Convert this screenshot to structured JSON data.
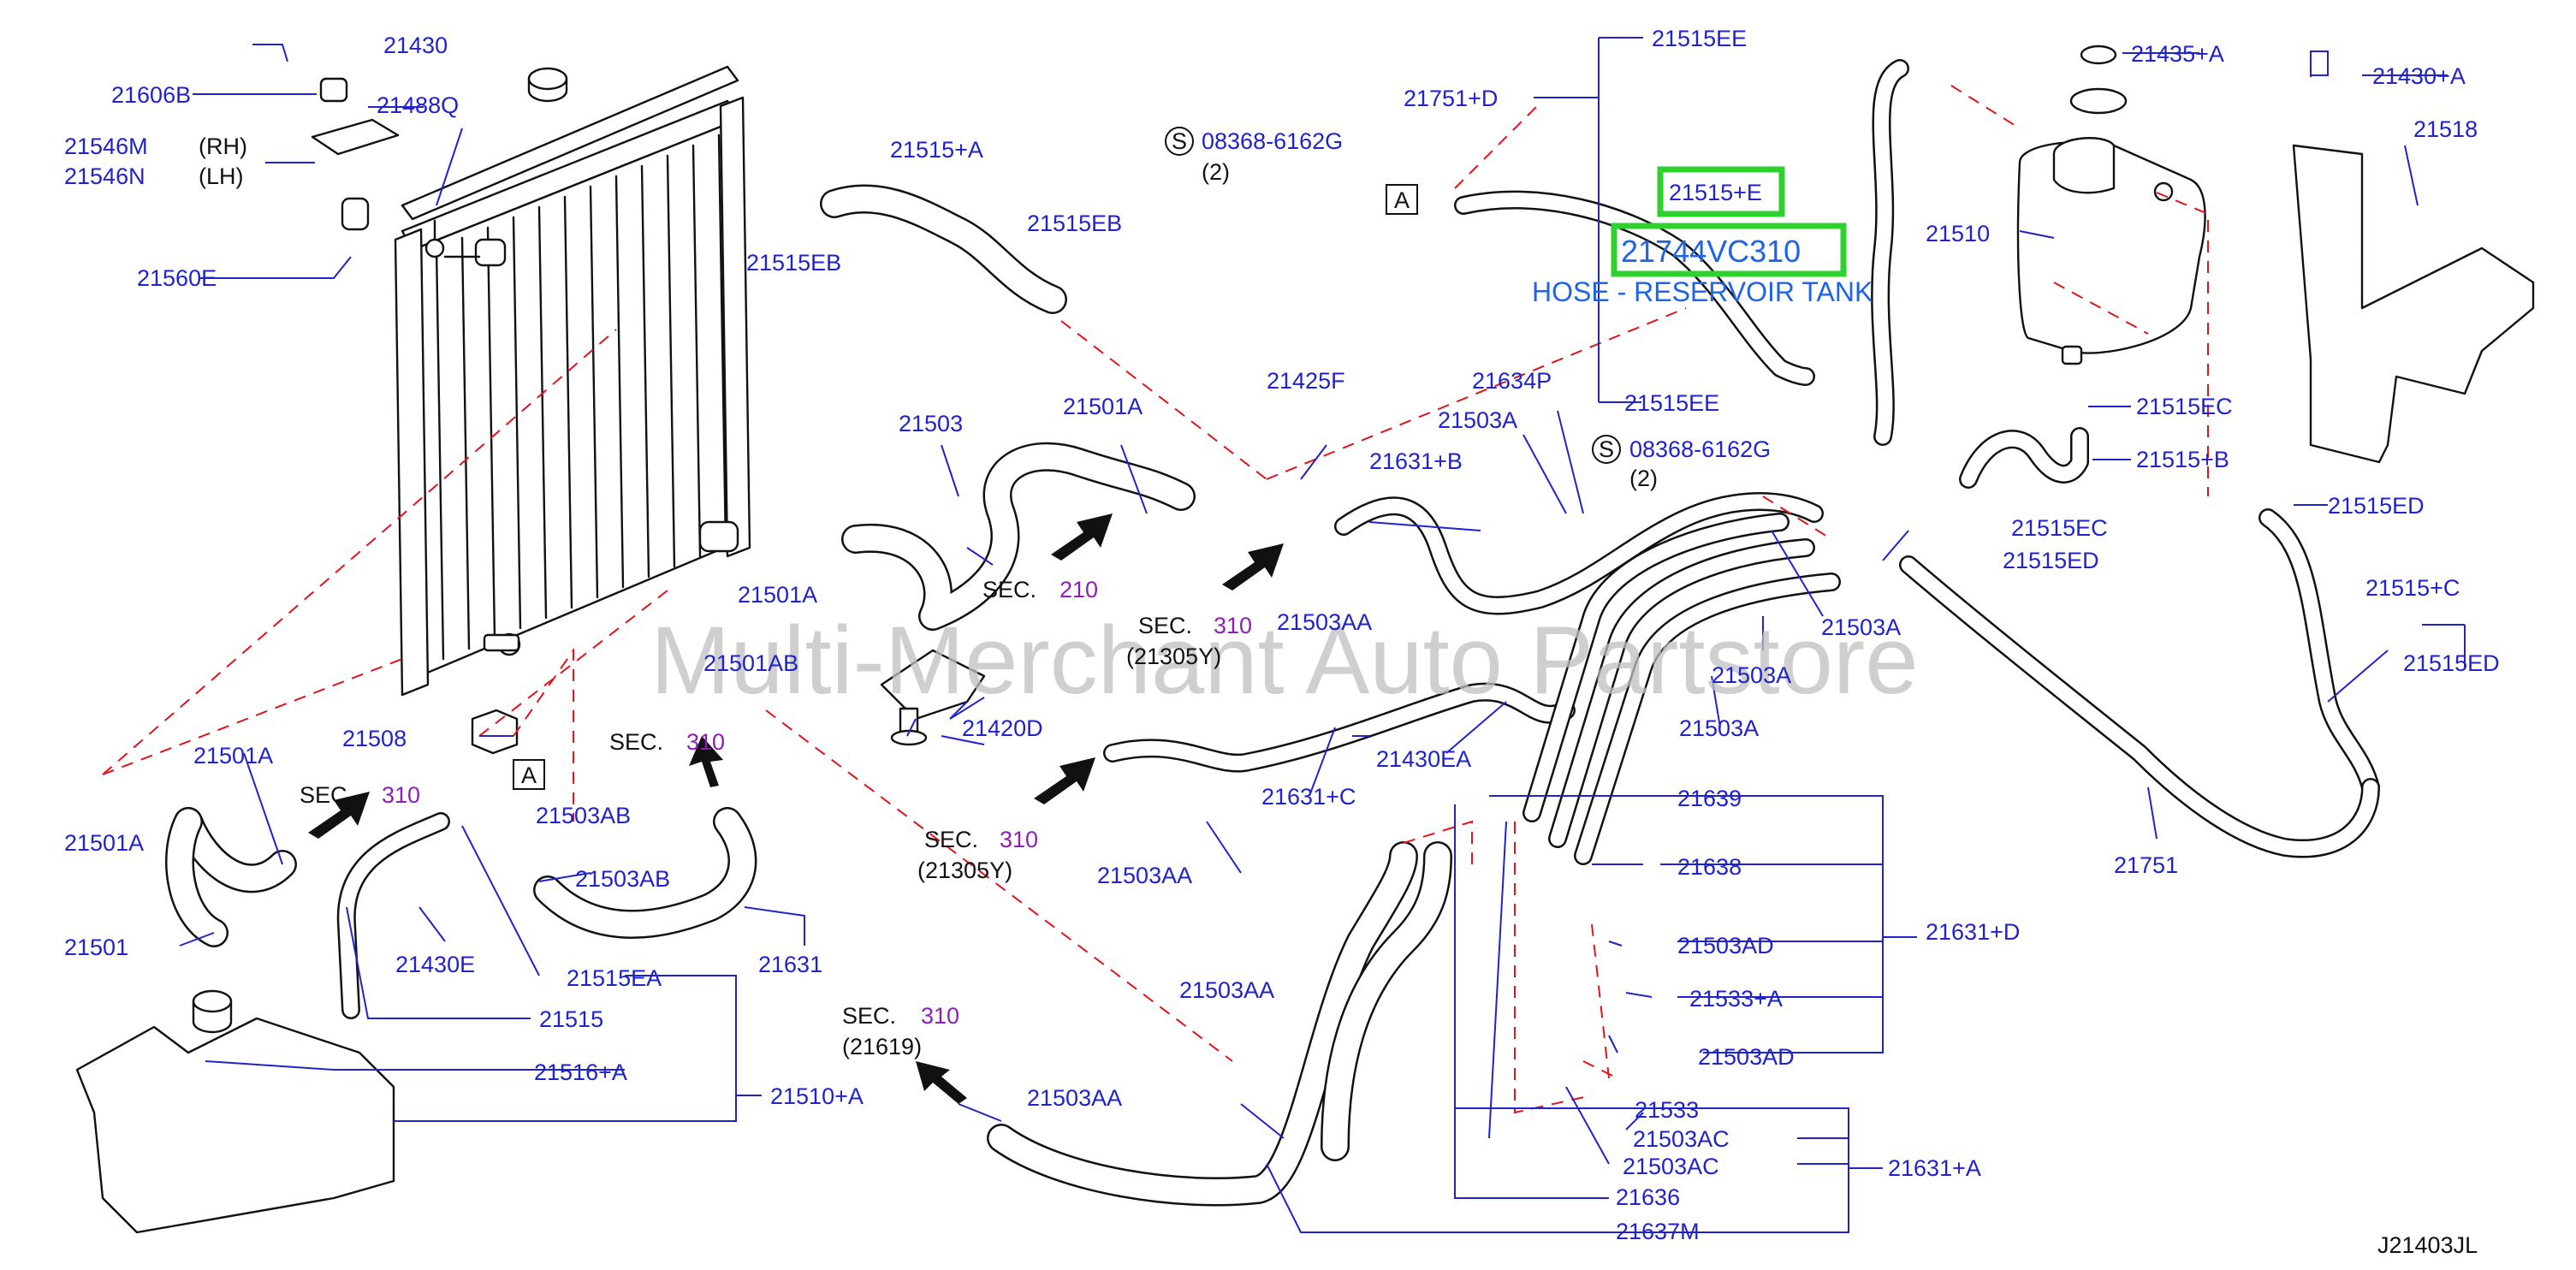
{
  "diagram": {
    "code": "J21403JL",
    "watermark": "Multi-Merchant Auto Partstore",
    "highlight": {
      "part": "21515+E",
      "number": "21744VC310",
      "description": "HOSE - RESERVOIR TANK"
    },
    "sec_labels": {
      "sec": "SEC.",
      "n210": "210",
      "n310": "310",
      "sub_21305Y": "(21305Y)",
      "sub_21619": "(21619)"
    },
    "callout_a": "A",
    "bolt_symbol": "S",
    "rh": "(RH)",
    "lh": "(LH)",
    "qty2": "(2)",
    "parts": {
      "p21430": "21430",
      "p21606B": "21606B",
      "p21488Q": "21488Q",
      "p21546M": "21546M",
      "p21546N": "21546N",
      "p21560E": "21560E",
      "p21515pA": "21515+A",
      "p21515EB_a": "21515EB",
      "p21515EB_b": "21515EB",
      "p08368_a": "08368-6162G",
      "p08368_b": "08368-6162G",
      "p21751pD": "21751+D",
      "p21515EE_a": "21515EE",
      "p21515EE_b": "21515EE",
      "p21435pA": "21435+A",
      "p21430pA": "21430+A",
      "p21518": "21518",
      "p21510": "21510",
      "p21515EC_a": "21515EC",
      "p21515EC_b": "21515EC",
      "p21515pB": "21515+B",
      "p21515ED_a": "21515ED",
      "p21515ED_b": "21515ED",
      "p21515ED_c": "21515ED",
      "p21515pC": "21515+C",
      "p21503": "21503",
      "p21501A_a": "21501A",
      "p21501A_b": "21501A",
      "p21501A_c": "21501A",
      "p21501A_d": "21501A",
      "p21425F": "21425F",
      "p21634P": "21634P",
      "p21503A_a": "21503A",
      "p21503A_b": "21503A",
      "p21503A_c": "21503A",
      "p21503A_d": "21503A",
      "p21631pB": "21631+B",
      "p21503AA_a": "21503AA",
      "p21503AA_b": "21503AA",
      "p21503AA_c": "21503AA",
      "p21503AA_d": "21503AA",
      "p21501AB": "21501AB",
      "p21420D": "21420D",
      "p21430EA": "21430EA",
      "p21631pC": "21631+C",
      "p21508": "21508",
      "p21503AB_a": "21503AB",
      "p21503AB_b": "21503AB",
      "p21501": "21501",
      "p21430E": "21430E",
      "p21515EA": "21515EA",
      "p21631": "21631",
      "p21515": "21515",
      "p21516pA": "21516+A",
      "p21510pA": "21510+A",
      "p21639": "21639",
      "p21638": "21638",
      "p21631pD": "21631+D",
      "p21503AD_a": "21503AD",
      "p21503AD_b": "21503AD",
      "p21533pA": "21533+A",
      "p21533": "21533",
      "p21503AC_a": "21503AC",
      "p21503AC_b": "21503AC",
      "p21631pA": "21631+A",
      "p21636": "21636",
      "p21637M": "21637M",
      "p21751": "21751"
    }
  }
}
